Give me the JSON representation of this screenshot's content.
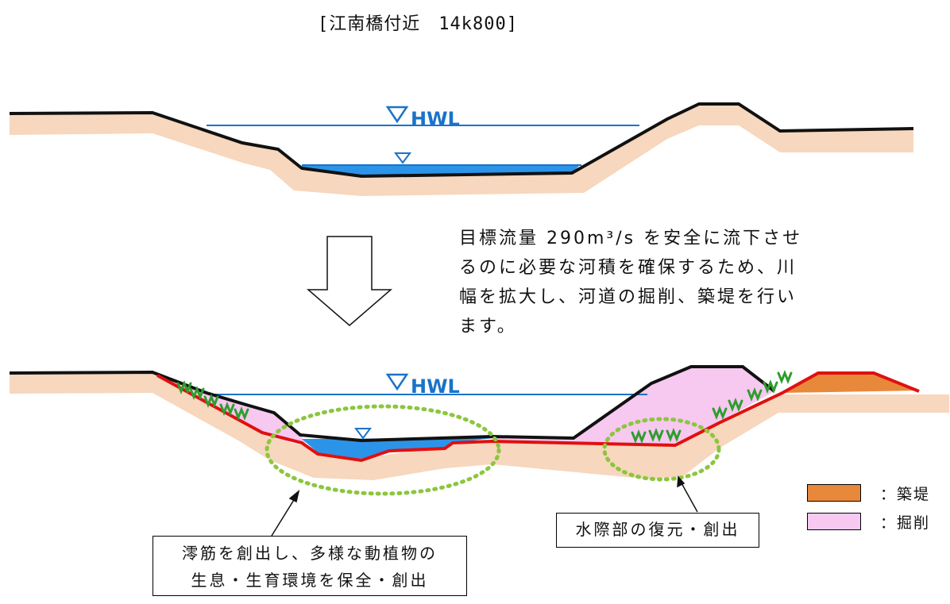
{
  "title": "[江南橋付近　14k800]",
  "hwl_label": "HWL",
  "description_lines": [
    "目標流量 290m³/s を安全に流下させ",
    "るのに必要な河積を確保するため、川",
    "幅を拡大し、河道の掘削、築堤を行い",
    "ます。"
  ],
  "callout_left": {
    "line1": "澪筋を創出し、多様な動植物の",
    "line2": "生息・生育環境を保全・創出"
  },
  "callout_right": {
    "text": "水際部の復元・創出"
  },
  "legend": [
    {
      "label": "：築堤",
      "color": "#e8883a"
    },
    {
      "label": "：掘削",
      "color": "#f7c8f0"
    }
  ],
  "colors": {
    "soil": "#f7d7bd",
    "water": "#2c94e8",
    "hwl_line": "#1a73c8",
    "excavation": "#f7c8f0",
    "embankment": "#e8883a",
    "new_bed_line": "#e01010",
    "ellipse": "#8cc63f",
    "grass": "#2e9d2e"
  }
}
